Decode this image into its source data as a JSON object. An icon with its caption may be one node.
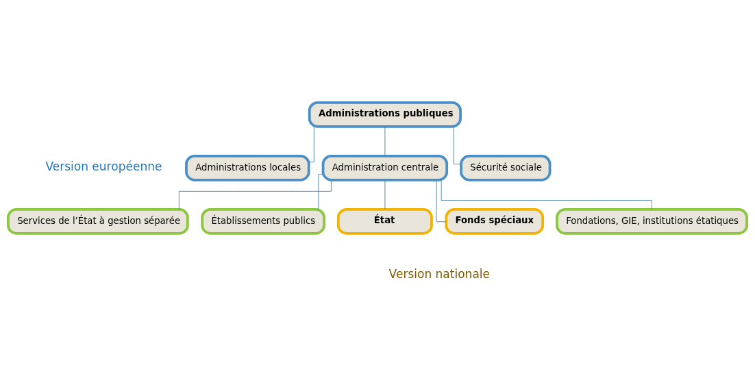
{
  "diagram": {
    "nodes": [
      {
        "text": [
          "Administrations publiques"
        ]
      },
      {
        "text": [
          "Administrations locales"
        ]
      },
      {
        "text": [
          "Administration centrale"
        ]
      },
      {
        "text": [
          "Sécurité sociale"
        ]
      },
      {
        "text": [
          "Services de l’État à gestion séparée"
        ]
      },
      {
        "text": [
          "Établissements publics"
        ]
      },
      {
        "text": [
          "État"
        ]
      },
      {
        "text": [
          "Fonds spéciaux"
        ]
      },
      {
        "text": [
          "Fondations, GIE, institutions étatiques"
        ]
      }
    ],
    "edges": [
      {
        "from": 0,
        "to": 1,
        "arrow": "none"
      },
      {
        "from": 0,
        "to": 2,
        "arrow": "none"
      },
      {
        "from": 0,
        "to": 3,
        "arrow": "none"
      },
      {
        "from": 2,
        "to": 4,
        "arrow": "none"
      },
      {
        "from": 2,
        "to": 5,
        "arrow": "none"
      },
      {
        "from": 2,
        "to": 6,
        "arrow": "none"
      },
      {
        "from": 2,
        "to": 7,
        "arrow": "none"
      },
      {
        "from": 2,
        "to": 8,
        "arrow": "none"
      }
    ],
    "labels": [
      "Version européenne",
      "Version nationale"
    ]
  }
}
